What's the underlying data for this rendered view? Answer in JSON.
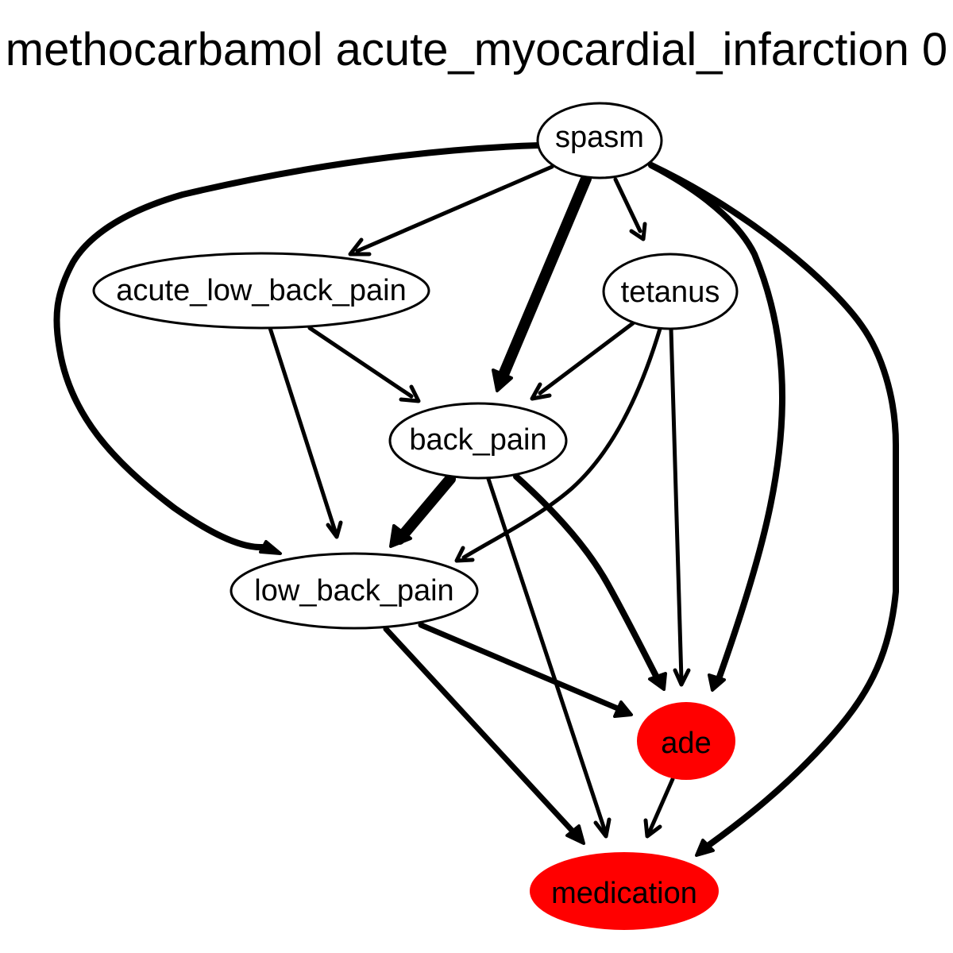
{
  "title": "methocarbamol acute_myocardial_infarction 0",
  "colors": {
    "highlight": "#ff0000",
    "normal_fill": "#ffffff",
    "stroke": "#000000"
  },
  "nodes": {
    "spasm": {
      "label": "spasm",
      "highlighted": false
    },
    "acute_low_back_pain": {
      "label": "acute_low_back_pain",
      "highlighted": false
    },
    "tetanus": {
      "label": "tetanus",
      "highlighted": false
    },
    "back_pain": {
      "label": "back_pain",
      "highlighted": false
    },
    "low_back_pain": {
      "label": "low_back_pain",
      "highlighted": false
    },
    "ade": {
      "label": "ade",
      "highlighted": true
    },
    "medication": {
      "label": "medication",
      "highlighted": true
    }
  },
  "edges": [
    {
      "from": "spasm",
      "to": "low_back_pain",
      "weight": "heavy"
    },
    {
      "from": "spasm",
      "to": "acute_low_back_pain",
      "weight": "light"
    },
    {
      "from": "spasm",
      "to": "back_pain",
      "weight": "heaviest"
    },
    {
      "from": "spasm",
      "to": "tetanus",
      "weight": "light"
    },
    {
      "from": "spasm",
      "to": "ade",
      "weight": "heavy"
    },
    {
      "from": "spasm",
      "to": "medication",
      "weight": "heavy"
    },
    {
      "from": "acute_low_back_pain",
      "to": "back_pain",
      "weight": "light"
    },
    {
      "from": "acute_low_back_pain",
      "to": "low_back_pain",
      "weight": "light"
    },
    {
      "from": "tetanus",
      "to": "back_pain",
      "weight": "light"
    },
    {
      "from": "tetanus",
      "to": "low_back_pain",
      "weight": "light"
    },
    {
      "from": "tetanus",
      "to": "ade",
      "weight": "light"
    },
    {
      "from": "back_pain",
      "to": "low_back_pain",
      "weight": "heaviest"
    },
    {
      "from": "back_pain",
      "to": "ade",
      "weight": "heavy"
    },
    {
      "from": "back_pain",
      "to": "medication",
      "weight": "light"
    },
    {
      "from": "low_back_pain",
      "to": "ade",
      "weight": "medium"
    },
    {
      "from": "low_back_pain",
      "to": "medication",
      "weight": "medium"
    },
    {
      "from": "ade",
      "to": "medication",
      "weight": "light"
    }
  ]
}
